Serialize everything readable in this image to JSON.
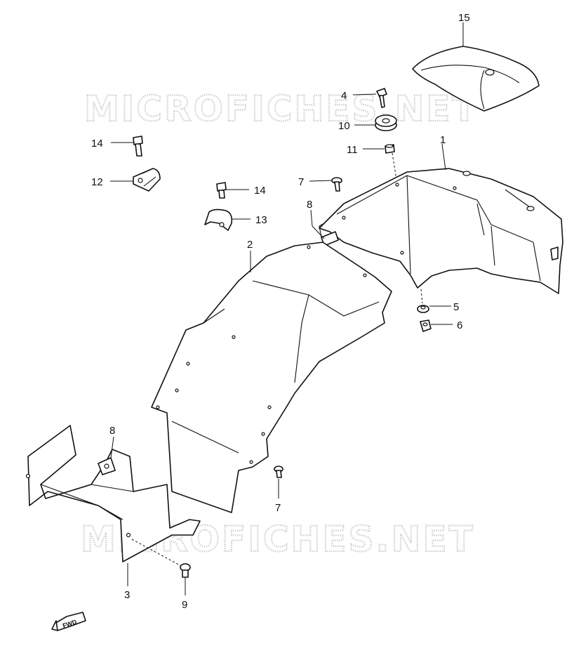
{
  "watermark": {
    "text": "MICROFICHES.NET"
  },
  "fwd_label": "FWD",
  "callouts": {
    "c1": "1",
    "c2": "2",
    "c3": "3",
    "c4": "4",
    "c5": "5",
    "c6": "6",
    "c7a": "7",
    "c7b": "7",
    "c8a": "8",
    "c8b": "8",
    "c9": "9",
    "c10": "10",
    "c11": "11",
    "c12": "12",
    "c13": "13",
    "c14a": "14",
    "c14b": "14",
    "c15": "15"
  }
}
